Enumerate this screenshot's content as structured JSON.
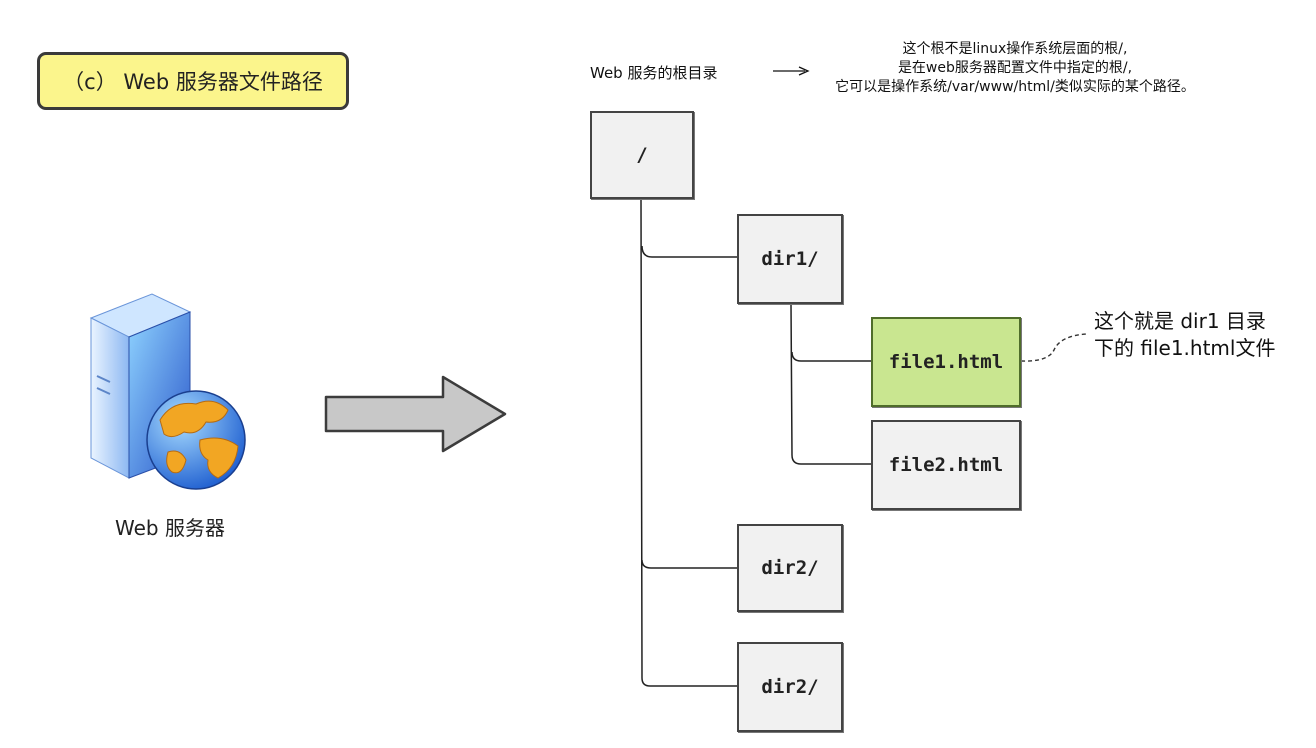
{
  "title": "（c） Web 服务器文件路径",
  "server": {
    "caption": "Web 服务器",
    "icon": "web-server-globe-icon",
    "colors": {
      "tower": "#3a78d4",
      "globe": "#2f7fe0",
      "land": "#f0a21f"
    }
  },
  "transition_arrow": {
    "icon": "right-arrow-icon",
    "color": "#c8c8c8"
  },
  "root_label": "Web 服务的根目录",
  "root_note": [
    "这个根不是linux操作系统层面的根/,",
    "是在web服务器配置文件中指定的根/,",
    "它可以是操作系统/var/www/html/类似实际的某个路径。"
  ],
  "tree": {
    "root": "/",
    "dir1": "dir1/",
    "file1": "file1.html",
    "file2": "file2.html",
    "dir2_a": "dir2/",
    "dir2_b": "dir2/"
  },
  "highlight_color": "#c9e690",
  "file1_note": [
    "这个就是 dir1 目录",
    "下的 file1.html文件"
  ]
}
